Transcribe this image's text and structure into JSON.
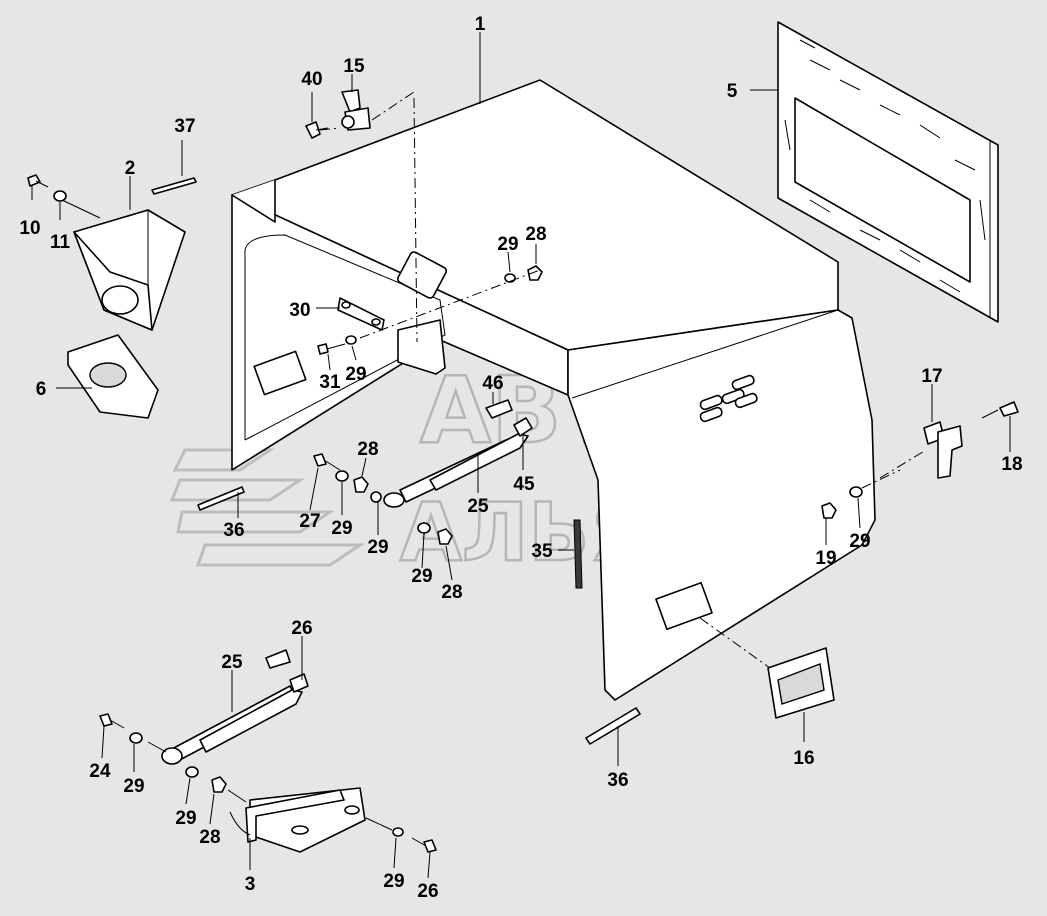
{
  "watermark": {
    "line1": "АВТО",
    "line2": "АЛЬЯНС"
  },
  "labels": [
    {
      "id": "lbl-1",
      "text": "1"
    },
    {
      "id": "lbl-2",
      "text": "2"
    },
    {
      "id": "lbl-3",
      "text": "3"
    },
    {
      "id": "lbl-5",
      "text": "5"
    },
    {
      "id": "lbl-6",
      "text": "6"
    },
    {
      "id": "lbl-10",
      "text": "10"
    },
    {
      "id": "lbl-11",
      "text": "11"
    },
    {
      "id": "lbl-15",
      "text": "15"
    },
    {
      "id": "lbl-16",
      "text": "16"
    },
    {
      "id": "lbl-17",
      "text": "17"
    },
    {
      "id": "lbl-18",
      "text": "18"
    },
    {
      "id": "lbl-19",
      "text": "19"
    },
    {
      "id": "lbl-24",
      "text": "24"
    },
    {
      "id": "lbl-25a",
      "text": "25"
    },
    {
      "id": "lbl-25b",
      "text": "25"
    },
    {
      "id": "lbl-26a",
      "text": "26"
    },
    {
      "id": "lbl-26b",
      "text": "26"
    },
    {
      "id": "lbl-27",
      "text": "27"
    },
    {
      "id": "lbl-28a",
      "text": "28"
    },
    {
      "id": "lbl-28b",
      "text": "28"
    },
    {
      "id": "lbl-28c",
      "text": "28"
    },
    {
      "id": "lbl-28d",
      "text": "28"
    },
    {
      "id": "lbl-29a",
      "text": "29"
    },
    {
      "id": "lbl-29b",
      "text": "29"
    },
    {
      "id": "lbl-29c",
      "text": "29"
    },
    {
      "id": "lbl-29d",
      "text": "29"
    },
    {
      "id": "lbl-29e",
      "text": "29"
    },
    {
      "id": "lbl-29f",
      "text": "29"
    },
    {
      "id": "lbl-29g",
      "text": "29"
    },
    {
      "id": "lbl-29h",
      "text": "29"
    },
    {
      "id": "lbl-29i",
      "text": "29"
    },
    {
      "id": "lbl-30",
      "text": "30"
    },
    {
      "id": "lbl-31",
      "text": "31"
    },
    {
      "id": "lbl-35",
      "text": "35"
    },
    {
      "id": "lbl-36a",
      "text": "36"
    },
    {
      "id": "lbl-36b",
      "text": "36"
    },
    {
      "id": "lbl-37",
      "text": "37"
    },
    {
      "id": "lbl-40",
      "text": "40"
    },
    {
      "id": "lbl-45",
      "text": "45"
    },
    {
      "id": "lbl-46",
      "text": "46"
    }
  ]
}
